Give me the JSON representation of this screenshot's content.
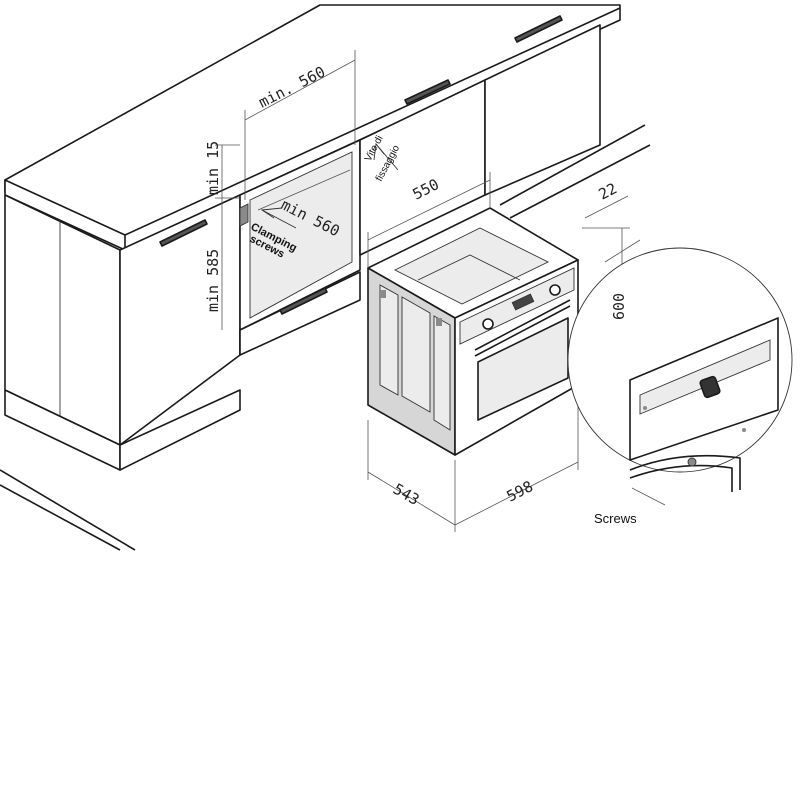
{
  "labels": {
    "min_560_top": "min. 560",
    "min_560_inner": "min 560",
    "min_15": "min 15",
    "min_585": "min 585",
    "clamping": "Clamping",
    "screws_it": "screws",
    "vite_di": "Vite di",
    "fissaggio": "fissaggio",
    "dim_550": "550",
    "dim_22": "22",
    "dim_600": "600",
    "dim_543": "543",
    "dim_598": "598",
    "screws_detail": "Screws"
  },
  "colors": {
    "line": "#1a1a1a",
    "panel_grey": "#d6d6d6",
    "background": "#ffffff"
  }
}
